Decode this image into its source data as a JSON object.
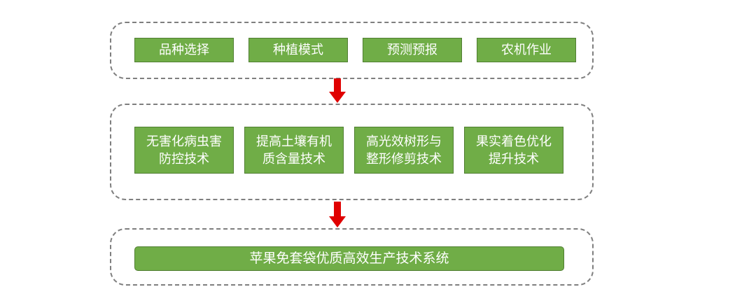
{
  "colors": {
    "box_fill": "#70ad47",
    "box_border": "#507e32",
    "box_text": "#ffffff",
    "dashed_border": "#7f7f7f",
    "arrow": "#e00000"
  },
  "row1": {
    "boxes": [
      {
        "line1": "品种选择"
      },
      {
        "line1": "种植模式"
      },
      {
        "line1": "预测预报"
      },
      {
        "line1": "农机作业"
      }
    ]
  },
  "row2": {
    "boxes": [
      {
        "line1": "无害化病虫害",
        "line2": "防控技术"
      },
      {
        "line1": "提高土壤有机",
        "line2": "质含量技术"
      },
      {
        "line1": "高光效树形与",
        "line2": "整形修剪技术"
      },
      {
        "line1": "果实着色优化",
        "line2": "提升技术"
      }
    ]
  },
  "row3": {
    "label": "苹果免套袋优质高效生产技术系统"
  }
}
